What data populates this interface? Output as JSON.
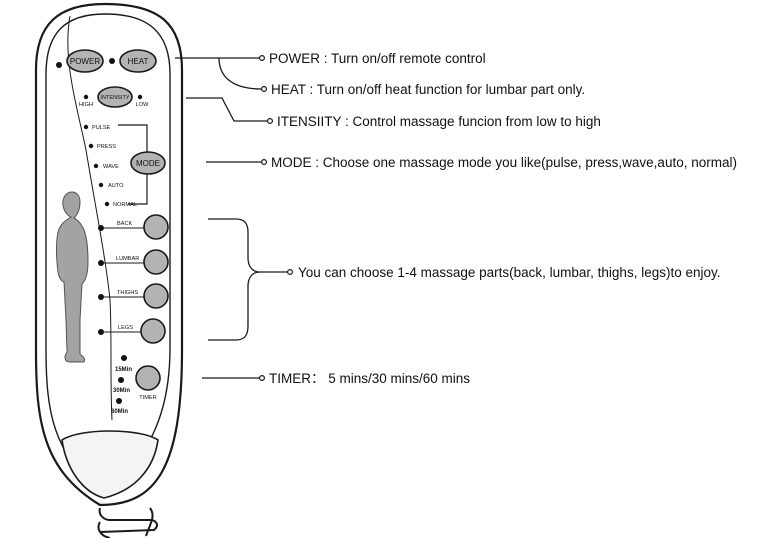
{
  "remote": {
    "buttons": {
      "power": "POWER",
      "heat": "HEAT",
      "intensity": "INTENSITY",
      "mode": "MODE",
      "timer": "TIMER"
    },
    "intensity_levels": {
      "high": "HIGH",
      "low": "LOW"
    },
    "modes": [
      "PULSE",
      "PRESS",
      "WAVE",
      "AUTO",
      "NORMAL"
    ],
    "body_parts": [
      "BACK",
      "LUMBAR",
      "THIGHS",
      "LEGS"
    ],
    "timer_options": [
      "15Min",
      "30Min",
      "60Min"
    ]
  },
  "annotations": {
    "power": "POWER : Turn on/off remote control",
    "heat": "HEAT : Turn on/off heat function for lumbar part only.",
    "intensity": "ITENSIITY : Control massage funcion from low to high",
    "mode": "MODE : Choose one massage mode you like(pulse, press,wave,auto, normal)",
    "parts": "You can choose 1-4 massage parts(back, lumbar, thighs, legs)to enjoy.",
    "timer": "TIMER： 5 mins/30 mins/60 mins"
  },
  "colors": {
    "button_fill": "#b3b3b3",
    "silhouette": "#a3a3a3",
    "outline": "#1a1a1a"
  }
}
